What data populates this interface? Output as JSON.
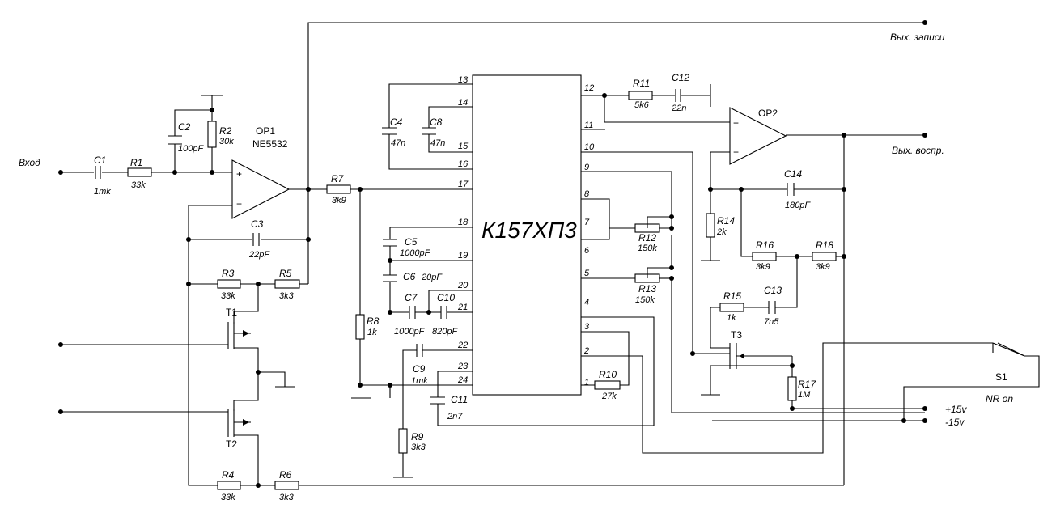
{
  "chip": {
    "name": "К157ХП3"
  },
  "chip_pins": {
    "p1": "1",
    "p2": "2",
    "p3": "3",
    "p4": "4",
    "p5": "5",
    "p6": "6",
    "p7": "7",
    "p8": "8",
    "p9": "9",
    "p10": "10",
    "p11": "11",
    "p12": "12",
    "p13": "13",
    "p14": "14",
    "p15": "15",
    "p16": "16",
    "p17": "17",
    "p18": "18",
    "p19": "19",
    "p20": "20",
    "p21": "21",
    "p22": "22",
    "p23": "23",
    "p24": "24"
  },
  "signals": {
    "input": "Вход",
    "rec_out": "Вых. записи",
    "play_out": "Вых. воспр.",
    "plus15": "+15v",
    "minus15": "-15v",
    "nr_on": "NR on"
  },
  "opamps": {
    "op1": {
      "name": "OP1",
      "type": "NE5532"
    },
    "op2": {
      "name": "OP2"
    },
    "plus": "+",
    "minus": "−"
  },
  "transistors": {
    "t1": "T1",
    "t2": "T2",
    "t3": "T3"
  },
  "switch": {
    "s1": "S1"
  },
  "components": {
    "c1": {
      "ref": "C1",
      "value": "1mk"
    },
    "r1": {
      "ref": "R1",
      "value": "33k"
    },
    "c2": {
      "ref": "C2",
      "value": "100pF"
    },
    "r2": {
      "ref": "R2",
      "value": "30k"
    },
    "r7": {
      "ref": "R7",
      "value": "3k9"
    },
    "c3": {
      "ref": "C3",
      "value": "22pF"
    },
    "r3": {
      "ref": "R3",
      "value": "33k"
    },
    "r5": {
      "ref": "R5",
      "value": "3k3"
    },
    "r4": {
      "ref": "R4",
      "value": "33k"
    },
    "r6": {
      "ref": "R6",
      "value": "3k3"
    },
    "r8": {
      "ref": "R8",
      "value": "1k"
    },
    "c4": {
      "ref": "C4",
      "value": "47n"
    },
    "c8": {
      "ref": "C8",
      "value": "47n"
    },
    "c5": {
      "ref": "C5",
      "value": "1000pF"
    },
    "c6": {
      "ref": "C6",
      "value": "20pF"
    },
    "c7": {
      "ref": "C7",
      "value": "1000pF"
    },
    "c10": {
      "ref": "C10",
      "value": "820pF"
    },
    "c9": {
      "ref": "C9",
      "value": "1mk"
    },
    "r9": {
      "ref": "R9",
      "value": "3k3"
    },
    "c11": {
      "ref": "C11",
      "value": "2n7"
    },
    "r11": {
      "ref": "R11",
      "value": "5k6"
    },
    "c12": {
      "ref": "C12",
      "value": "22n"
    },
    "r12": {
      "ref": "R12",
      "value": "150k"
    },
    "r13": {
      "ref": "R13",
      "value": "150k"
    },
    "r10": {
      "ref": "R10",
      "value": "27k"
    },
    "c14": {
      "ref": "C14",
      "value": "180pF"
    },
    "r14": {
      "ref": "R14",
      "value": "2k"
    },
    "r16": {
      "ref": "R16",
      "value": "3k9"
    },
    "r18": {
      "ref": "R18",
      "value": "3k9"
    },
    "r15": {
      "ref": "R15",
      "value": "1k"
    },
    "c13": {
      "ref": "C13",
      "value": "7n5"
    },
    "r17": {
      "ref": "R17",
      "value": "1M"
    }
  }
}
